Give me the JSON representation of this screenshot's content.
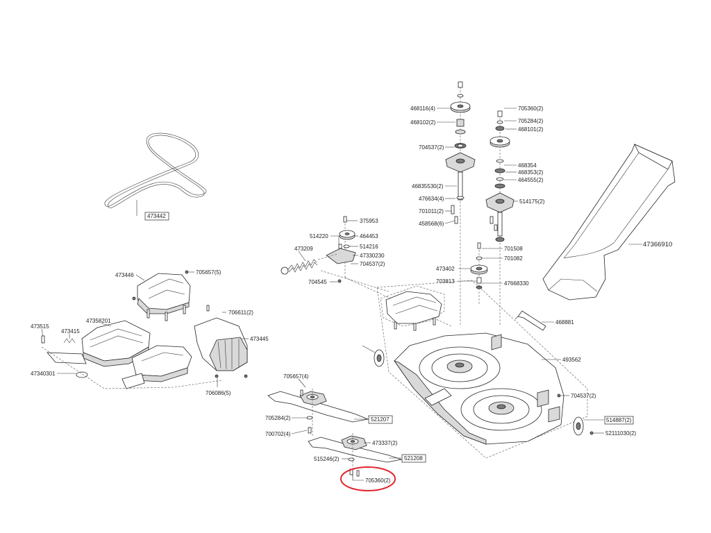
{
  "parts": {
    "belt": "473442",
    "chute": "47366910",
    "p468116": "468116(4)",
    "p468102": "468102(2)",
    "p704537_a": "704537(2)",
    "p46835530": "46835530(2)",
    "p476634": "476634(4)",
    "p701011": "701011(2)",
    "p458568": "458568(6)",
    "p705360_a": "705360(2)",
    "p705284_a": "705284(2)",
    "p468101": "468101(2)",
    "p468354": "468354",
    "p468353": "468353(2)",
    "p464555": "464555(2)",
    "p514175": "514175(2)",
    "p701508": "701508",
    "p701082": "701082",
    "p473402": "473402",
    "p703813": "703813",
    "p47668330": "47668330",
    "p375953": "375953",
    "p514220": "514220",
    "p464453": "464453",
    "p514216": "514216",
    "p473209": "473209",
    "p47330230": "47330230",
    "p704537_b": "704537(2)",
    "p704545": "704545",
    "p473446": "473446",
    "p705657_a": "705657(5)",
    "p706611": "706611(2)",
    "p473358201": "47358201",
    "p473515": "473515",
    "p473415": "473415",
    "p47340301": "47340301",
    "p473445": "473445",
    "p706086": "706086(5)",
    "p468881": "468881",
    "p493562": "493562",
    "p704537_c": "704537(2)",
    "p514887": "514887(2)",
    "p52111030": "52111030(2)",
    "p705657_b": "705657(4)",
    "p521207": "521207",
    "p705284_b": "705284(2)",
    "p700702": "700702(4)",
    "p473337": "473337(2)",
    "p515246": "515246(2)",
    "p521208": "521208",
    "p705360_b": "705360(2)"
  },
  "highlight_color": "#e0242b"
}
